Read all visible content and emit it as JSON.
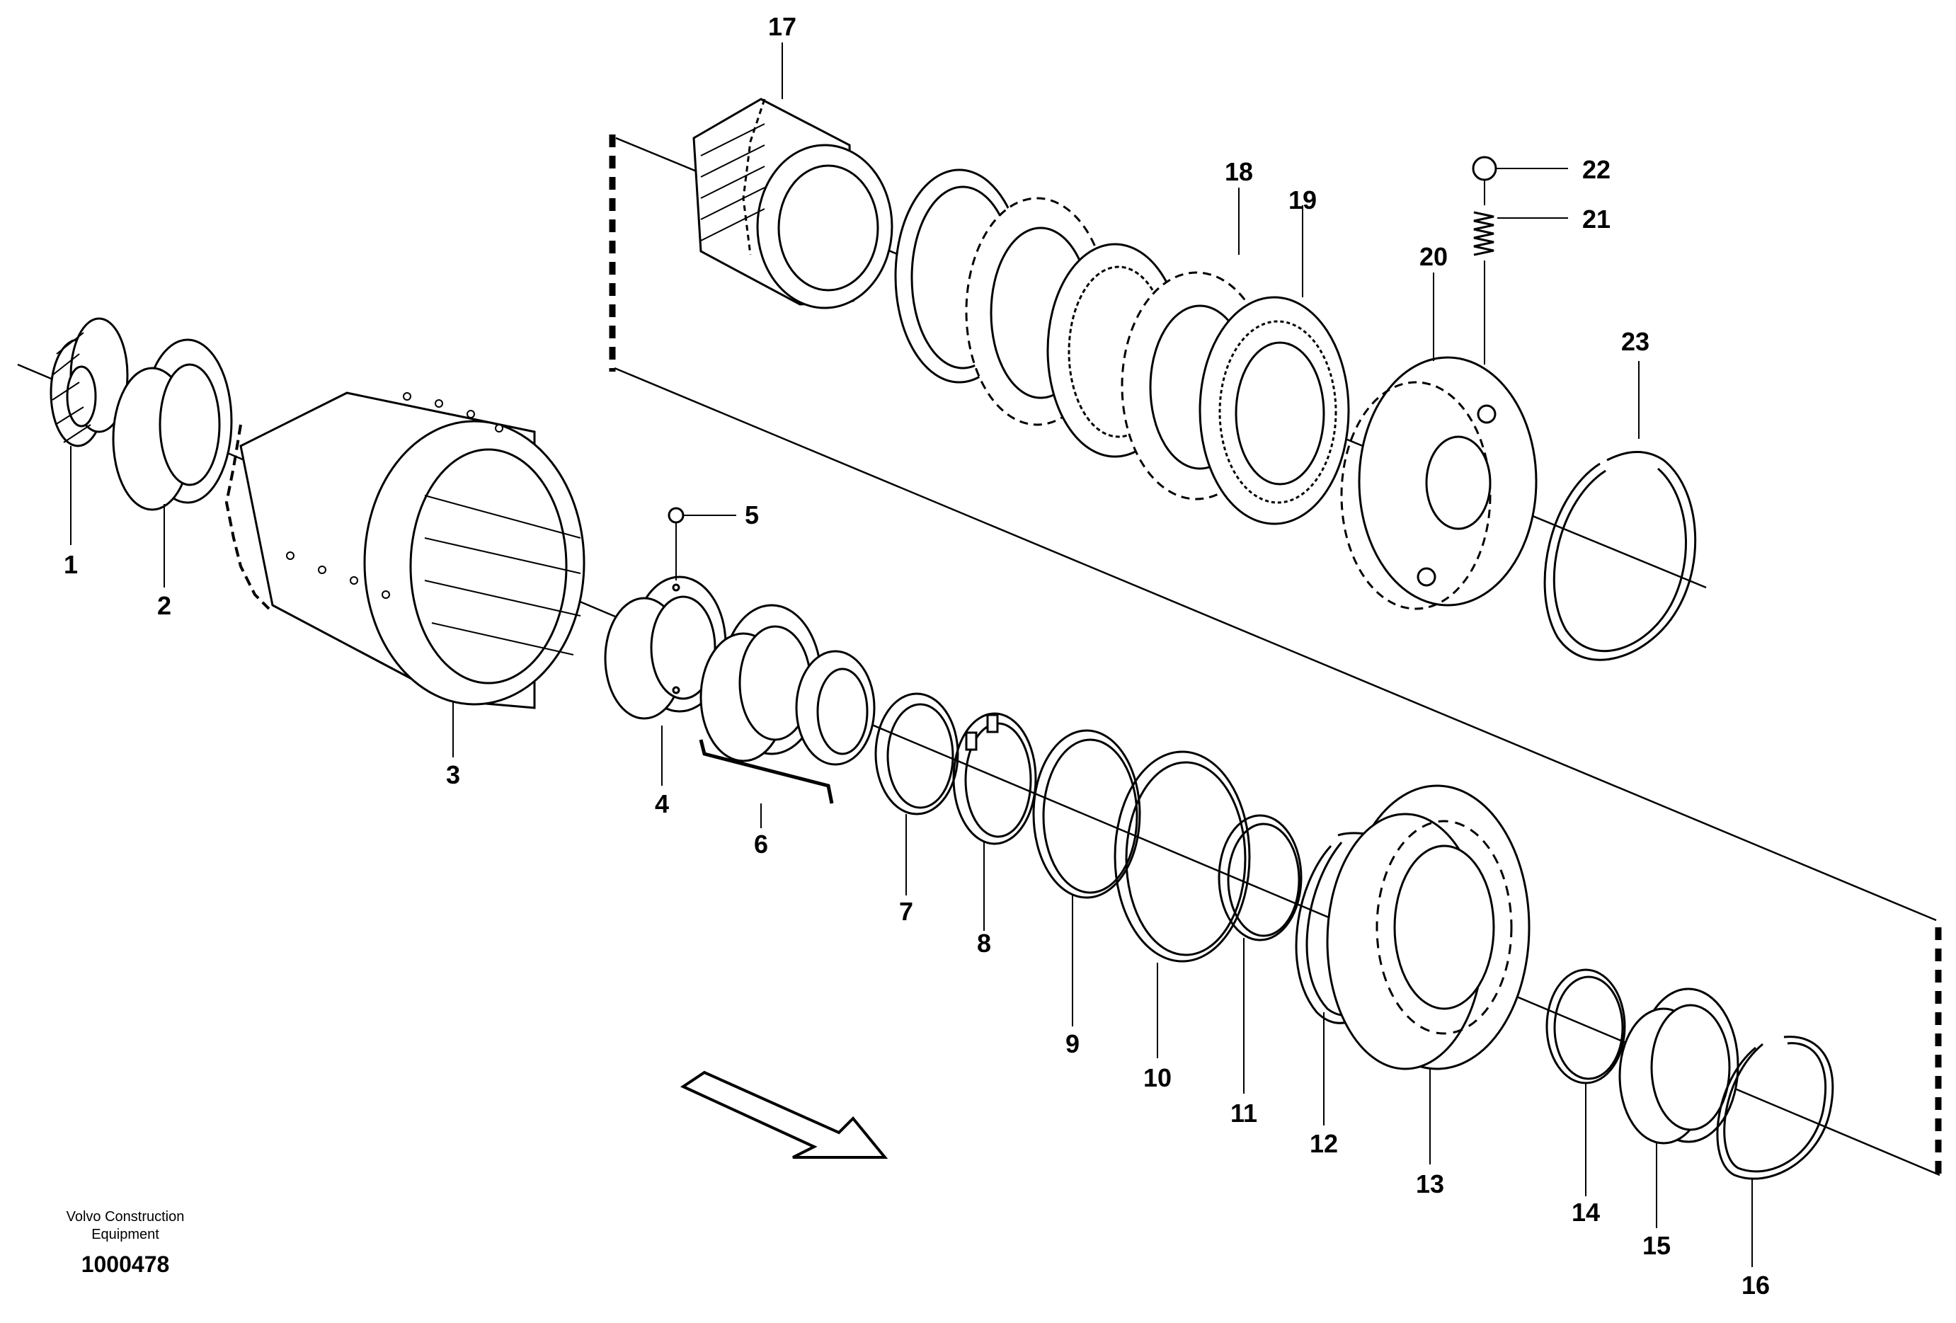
{
  "publisher": "Volvo Construction Equipment",
  "publisher_line1": "Volvo Construction",
  "publisher_line2": "Equipment",
  "figure_number": "1000478",
  "callouts": {
    "c1": "1",
    "c2": "2",
    "c3": "3",
    "c4": "4",
    "c5": "5",
    "c6": "6",
    "c7": "7",
    "c8": "8",
    "c9": "9",
    "c10": "10",
    "c11": "11",
    "c12": "12",
    "c13": "13",
    "c14": "14",
    "c15": "15",
    "c16": "16",
    "c17": "17",
    "c18": "18",
    "c19": "19",
    "c20": "20",
    "c21": "21",
    "c22": "22",
    "c23": "23"
  },
  "colors": {
    "ink": "#000000",
    "paper": "#ffffff"
  },
  "icons": {
    "direction": "hollow-arrow-icon"
  }
}
